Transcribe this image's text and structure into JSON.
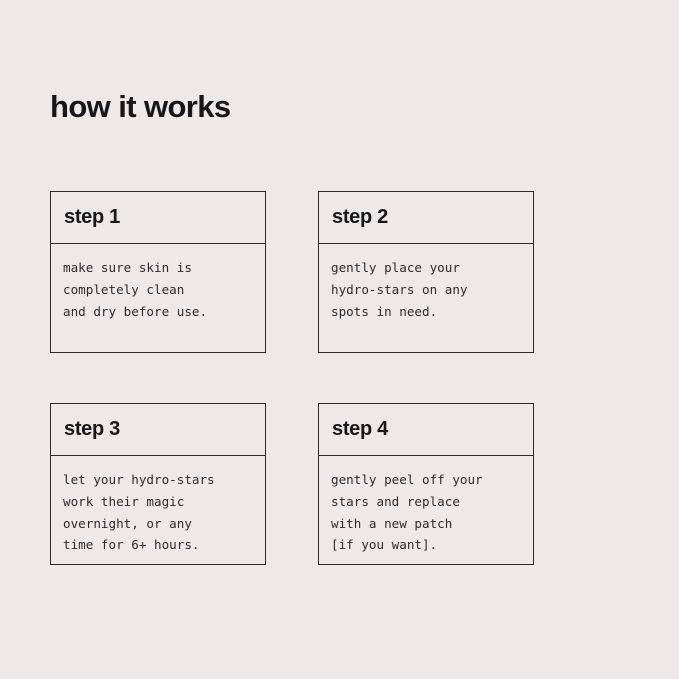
{
  "page": {
    "title": "how it works",
    "background_color": "#ece9e8",
    "border_color": "#2e2c2c",
    "text_color": "#17171a",
    "body_text_color": "#2c2c2c"
  },
  "steps": [
    {
      "header": "step 1",
      "lines": [
        "make sure skin is",
        "completely clean",
        "and dry before use."
      ]
    },
    {
      "header": "step 2",
      "lines": [
        "gently place your",
        "hydro-stars on any",
        "spots in need."
      ]
    },
    {
      "header": "step 3",
      "lines": [
        "let your hydro-stars",
        "work their magic",
        "overnight, or any",
        "time for 6+ hours."
      ]
    },
    {
      "header": "step 4",
      "lines": [
        "gently peel off your",
        "stars and replace",
        "with a new patch",
        "[if you want]."
      ]
    }
  ]
}
